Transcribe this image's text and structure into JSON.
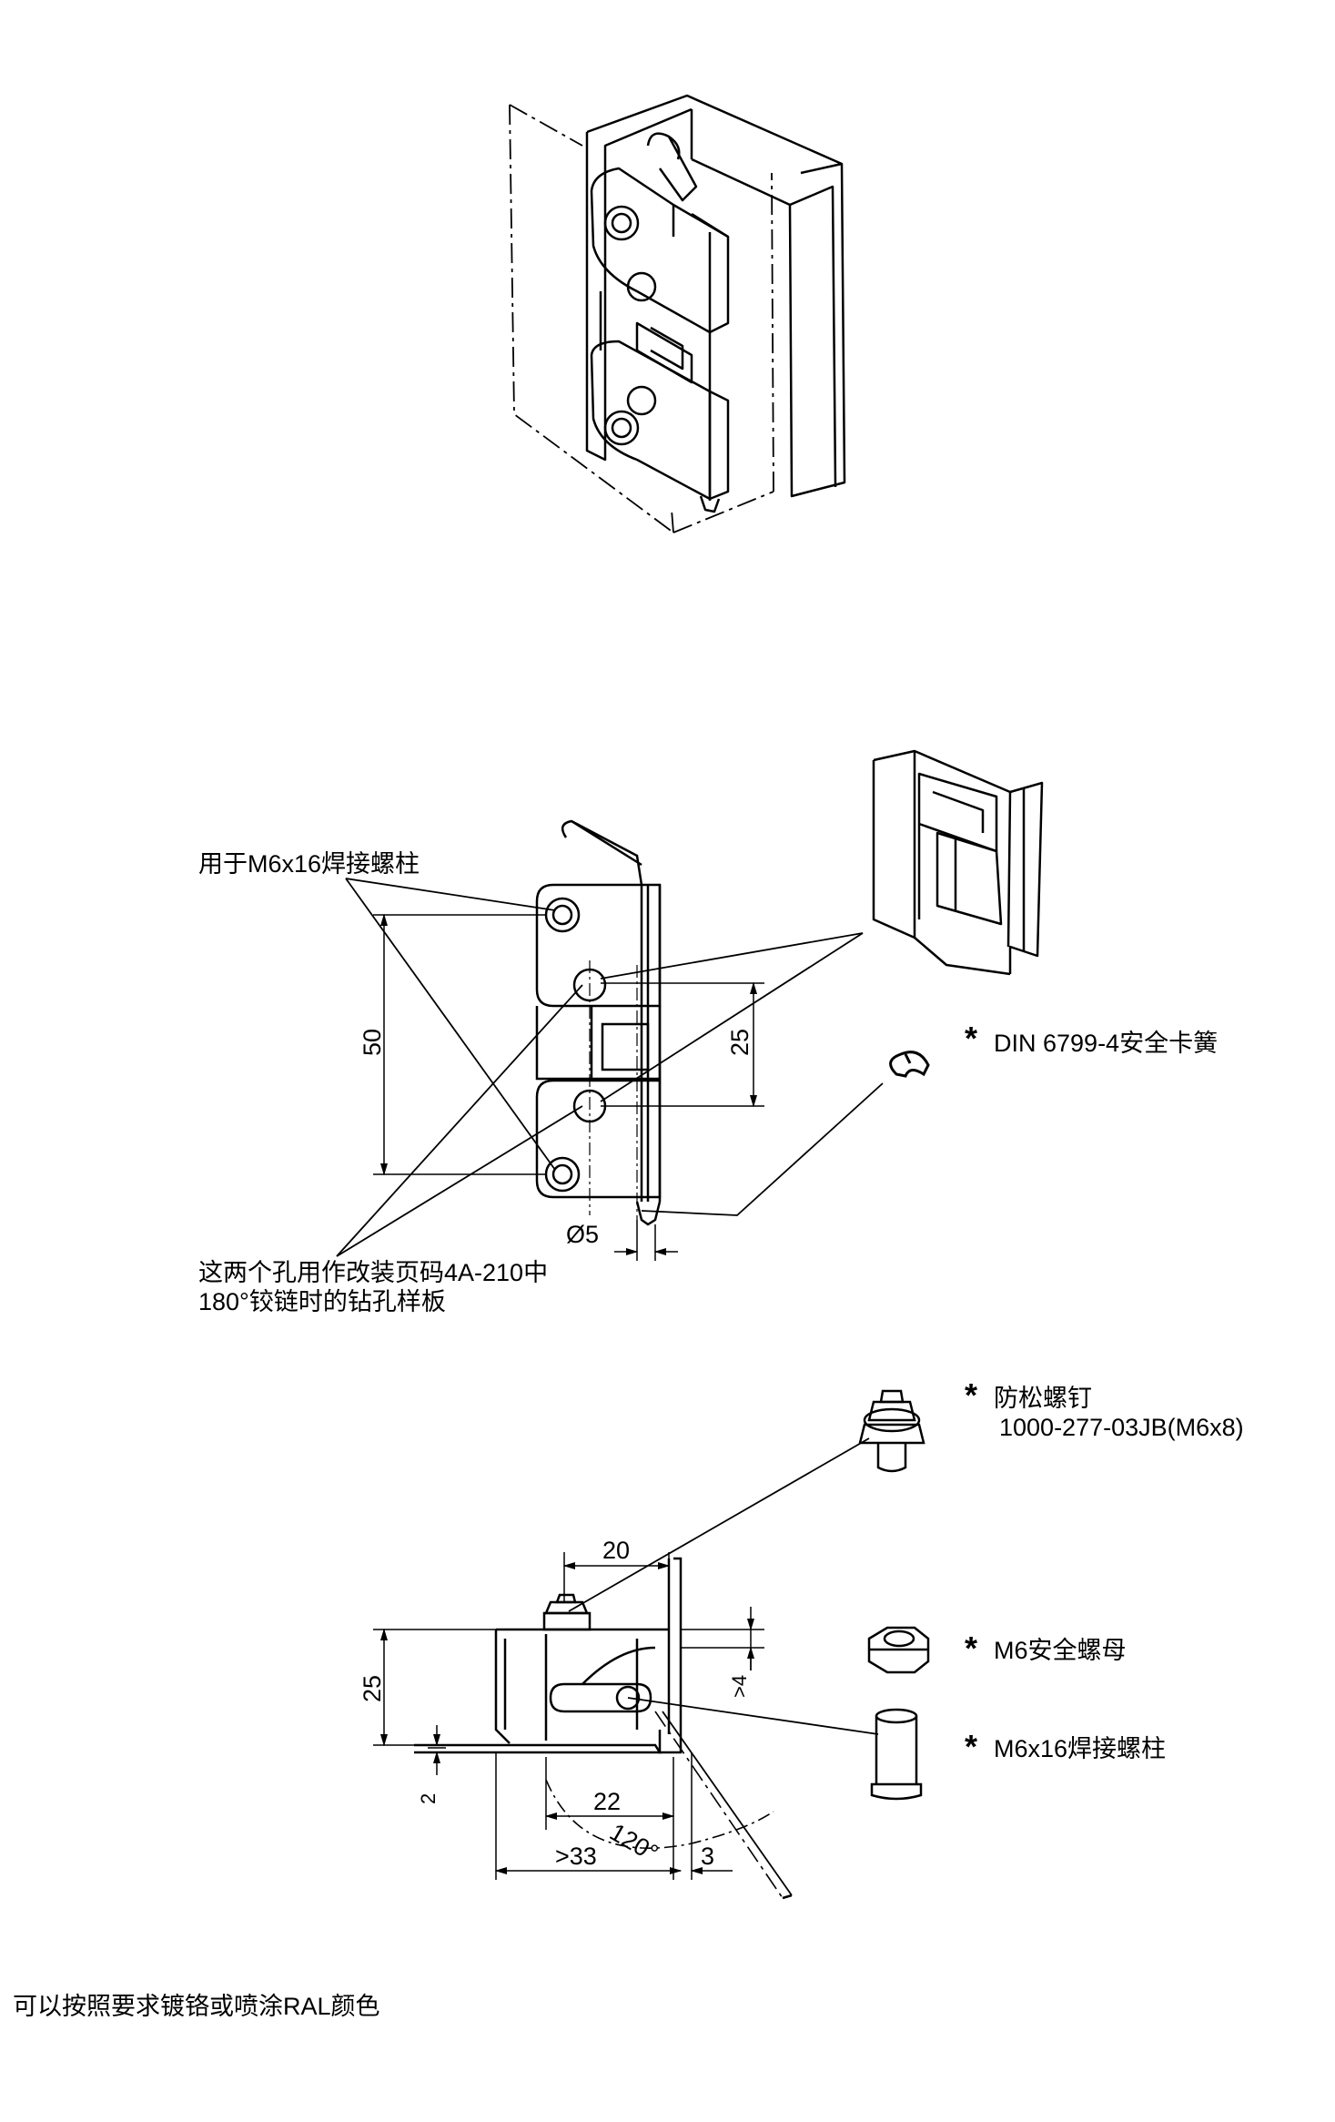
{
  "labels": {
    "weld_stud_note": "用于M6x16焊接螺柱",
    "drill_note_line1": "这两个孔用作改装页码4A-210中",
    "drill_note_line2": "180°铰链时的钻孔样板",
    "circlip": "DIN 6799-4安全卡簧",
    "screw_line1": "防松螺钉",
    "screw_line2": "1000-277-03JB(M6x8)",
    "nut": "M6安全螺母",
    "stud": "M6x16焊接螺柱",
    "footer": "可以按照要求镀铬或喷涂RAL颜色",
    "star": "*"
  },
  "dimensions": {
    "d50": "50",
    "d25_front": "25",
    "dia5": "Ø5",
    "d20": "20",
    "d25_side": "25",
    "d4": ">4",
    "d2": "2",
    "d22": "22",
    "d120": "120°",
    "d33": ">33",
    "d3": "3"
  },
  "icons": [
    "hinge-isometric",
    "hinge-front-view",
    "hinge-section-view",
    "circlip-icon",
    "screw-icon",
    "nut-icon",
    "stud-icon"
  ]
}
